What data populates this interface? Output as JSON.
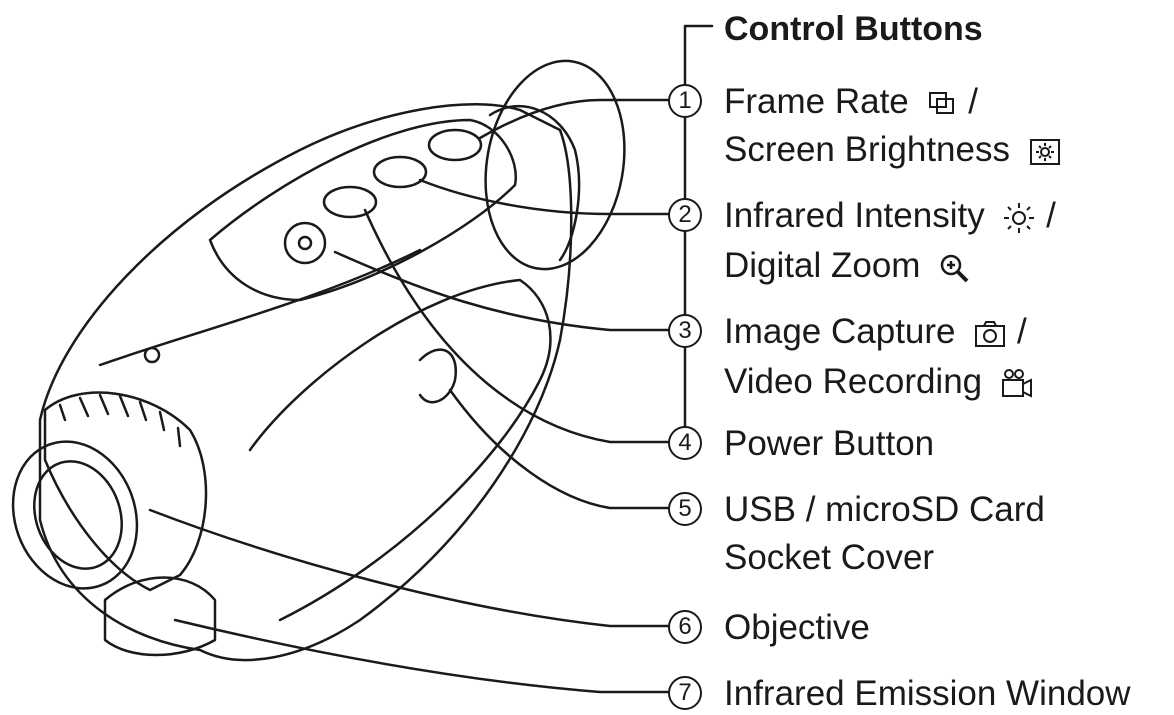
{
  "heading": "Control Buttons",
  "callouts": [
    {
      "num": "1",
      "line1": "Frame Rate",
      "icon1": "frame-rate-icon",
      "sep1": "/",
      "line2": "Screen Brightness",
      "icon2": "screen-brightness-icon"
    },
    {
      "num": "2",
      "line1": "Infrared Intensity",
      "icon1": "sun-icon",
      "sep1": "/",
      "line2": "Digital Zoom",
      "icon2": "zoom-in-icon"
    },
    {
      "num": "3",
      "line1": "Image Capture",
      "icon1": "camera-icon",
      "sep1": "/",
      "line2": "Video Recording",
      "icon2": "video-camera-icon"
    },
    {
      "num": "4",
      "line1": "Power Button"
    },
    {
      "num": "5",
      "line1": "USB / microSD Card",
      "line2": "Socket Cover"
    },
    {
      "num": "6",
      "line1": "Objective"
    },
    {
      "num": "7",
      "line1": "Infrared Emission Window"
    }
  ]
}
